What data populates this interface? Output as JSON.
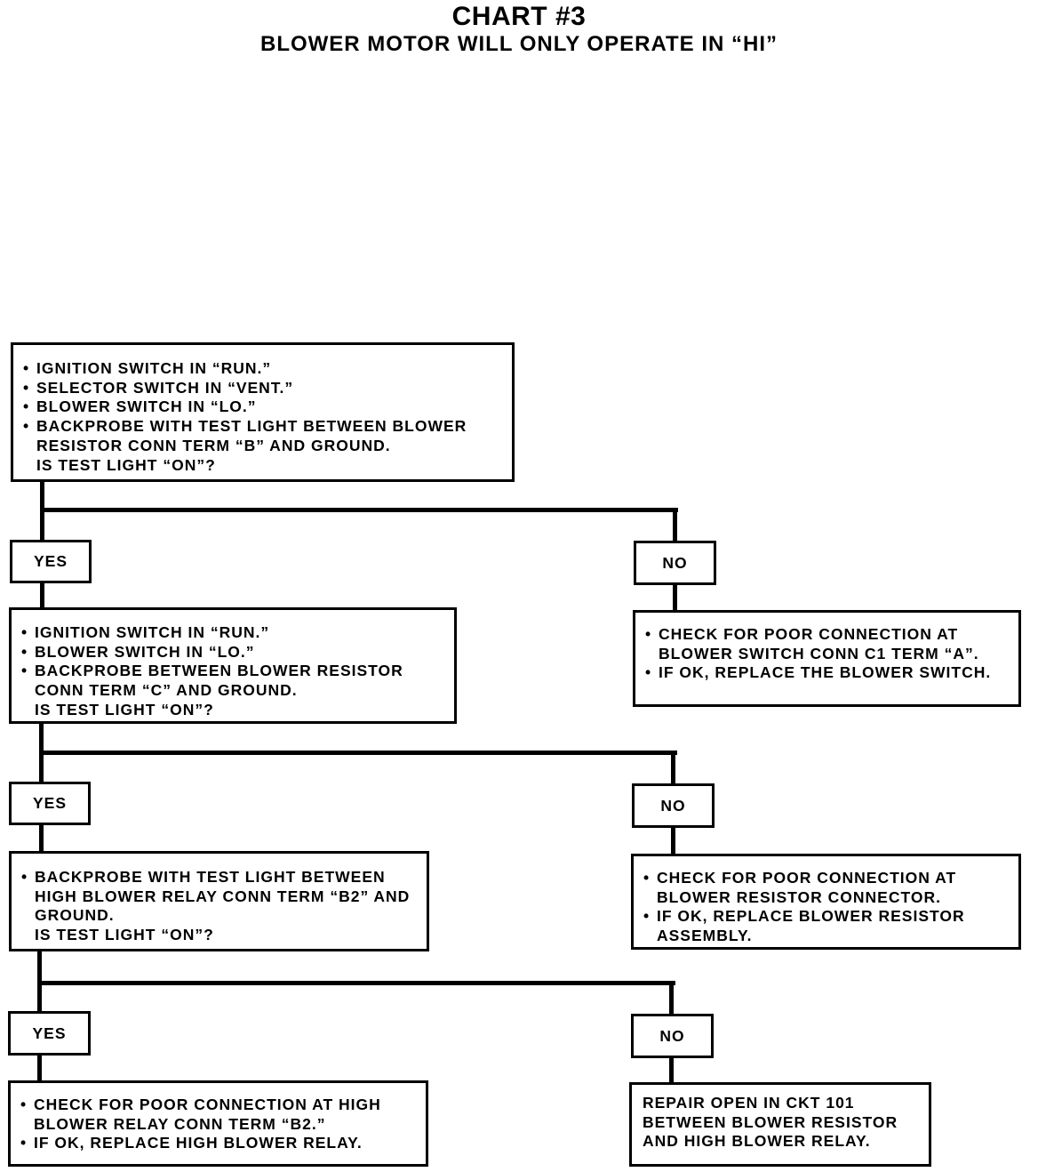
{
  "title": "CHART #3",
  "subtitle": "BLOWER MOTOR WILL ONLY OPERATE IN “HI”",
  "step1": {
    "bullets": [
      "IGNITION SWITCH IN “RUN.”",
      "SELECTOR SWITCH IN “VENT.”",
      "BLOWER SWITCH IN “LO.”",
      "BACKPROBE WITH TEST LIGHT BETWEEN BLOWER RESISTOR CONN TERM “B” AND GROUND."
    ],
    "question": "IS TEST LIGHT “ON”?",
    "yes": "YES",
    "no": "NO",
    "no_result": [
      "CHECK FOR POOR CONNECTION AT BLOWER SWITCH CONN C1 TERM “A”.",
      "IF OK, REPLACE THE BLOWER SWITCH."
    ]
  },
  "step2": {
    "bullets": [
      "IGNITION SWITCH IN “RUN.”",
      "BLOWER SWITCH IN “LO.”",
      "BACKPROBE BETWEEN BLOWER RESISTOR CONN TERM “C” AND GROUND."
    ],
    "question": "IS TEST LIGHT “ON”?",
    "yes": "YES",
    "no": "NO",
    "no_result": [
      "CHECK FOR POOR CONNECTION AT BLOWER RESISTOR CONNECTOR.",
      "IF OK, REPLACE BLOWER RESISTOR ASSEMBLY."
    ]
  },
  "step3": {
    "bullets": [
      "BACKPROBE WITH TEST LIGHT BETWEEN HIGH BLOWER RELAY CONN TERM “B2” AND GROUND."
    ],
    "question": "IS TEST LIGHT “ON”?",
    "yes": "YES",
    "no": "NO",
    "yes_result": [
      "CHECK FOR POOR CONNECTION AT HIGH BLOWER RELAY CONN TERM “B2.”",
      "IF OK, REPLACE HIGH BLOWER RELAY."
    ],
    "no_result": "REPAIR OPEN IN CKT 101 BETWEEN BLOWER RESISTOR AND HIGH BLOWER RELAY."
  }
}
